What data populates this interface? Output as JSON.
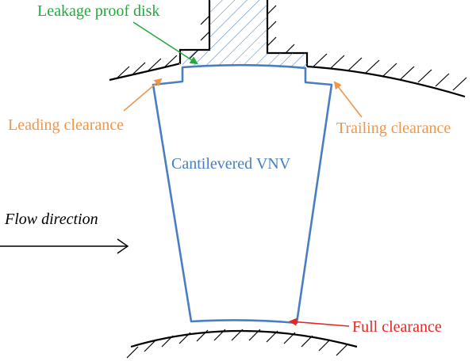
{
  "labels": {
    "leakage_proof_disk": "Leakage proof disk",
    "leading_clearance": "Leading clearance",
    "trailing_clearance": "Trailing clearance",
    "cantilevered_vnv": "Cantilevered VNV",
    "flow_direction": "Flow direction",
    "full_clearance": "Full clearance"
  },
  "colors": {
    "leakage_proof_disk": "#22aa3c",
    "leading_clearance": "#f0964a",
    "trailing_clearance": "#f0964a",
    "cantilevered_vnv": "#4a7ec2",
    "flow_direction": "#000000",
    "full_clearance": "#e8261f",
    "hub_shroud": "#000000",
    "hatch": "#4a7ec2"
  }
}
